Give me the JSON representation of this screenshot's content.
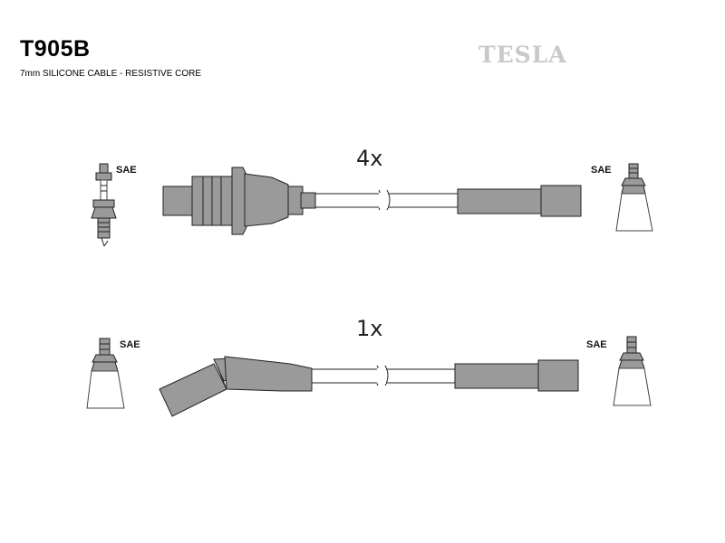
{
  "header": {
    "code": "T905B",
    "subtitle": "7mm SILICONE CABLE - RESISTIVE CORE",
    "brand": "TESLA"
  },
  "cable_sets": [
    {
      "quantity": "4x",
      "left_terminal": {
        "label": "SAE",
        "type": "spark-plug-icon"
      },
      "right_terminal": {
        "label": "SAE",
        "type": "coil-terminal-icon"
      }
    },
    {
      "quantity": "1x",
      "left_terminal": {
        "label": "SAE",
        "type": "distributor-terminal-icon"
      },
      "right_terminal": {
        "label": "SAE",
        "type": "coil-terminal-icon"
      }
    }
  ]
}
